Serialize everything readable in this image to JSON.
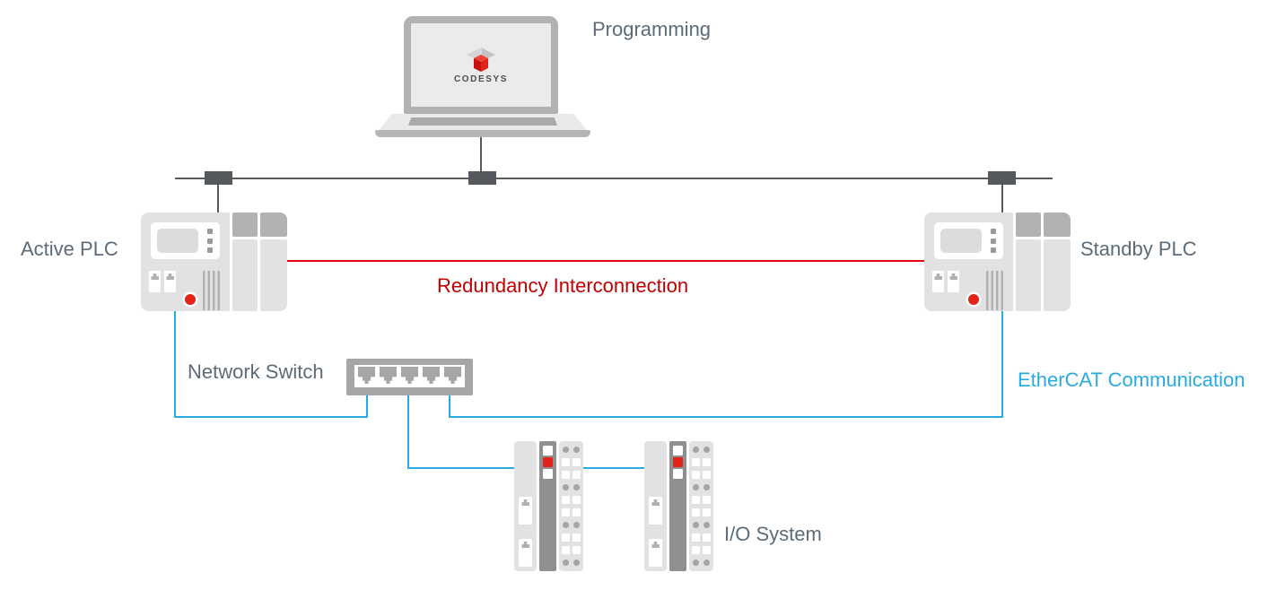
{
  "labels": {
    "programming": "Programming",
    "active_plc": "Active PLC",
    "standby_plc": "Standby PLC",
    "redundancy": "Redundancy Interconnection",
    "network_switch": "Network Switch",
    "ethercat": "EtherCAT Communication",
    "io_system": "I/O System"
  },
  "laptop": {
    "logo_text": "CODESYS"
  },
  "colors": {
    "label_text": "#5c6b78",
    "red_line": "#e2000f",
    "red_text": "#c00000",
    "cyan": "#29abe2",
    "bus_line": "#595959",
    "connector": "#55585c",
    "led_red": "#e2231a"
  }
}
